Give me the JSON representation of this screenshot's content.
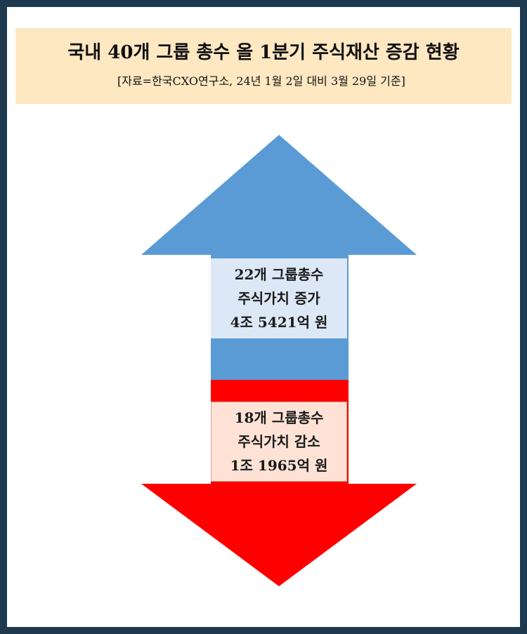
{
  "header": {
    "title": "국내 40개 그룹 총수 올 1분기 주식재산 증감 현황",
    "subtitle": "[자료=한국CXO연구소, 24년 1월 2일 대비 3월 29일 기준]"
  },
  "increase": {
    "line1": "22개 그룹총수",
    "line2": "주식가치 증가",
    "line3": "4조 5421억 원",
    "color": "#5b9bd5",
    "box_color": "#dce8f6"
  },
  "decrease": {
    "line1": "18개 그룹총수",
    "line2": "주식가치 감소",
    "line3": "1조 1965억 원",
    "color": "#ff0000",
    "box_color": "#fde2d5"
  },
  "frame_color": "#1f3a4f",
  "title_bg_color": "#fde8c2"
}
